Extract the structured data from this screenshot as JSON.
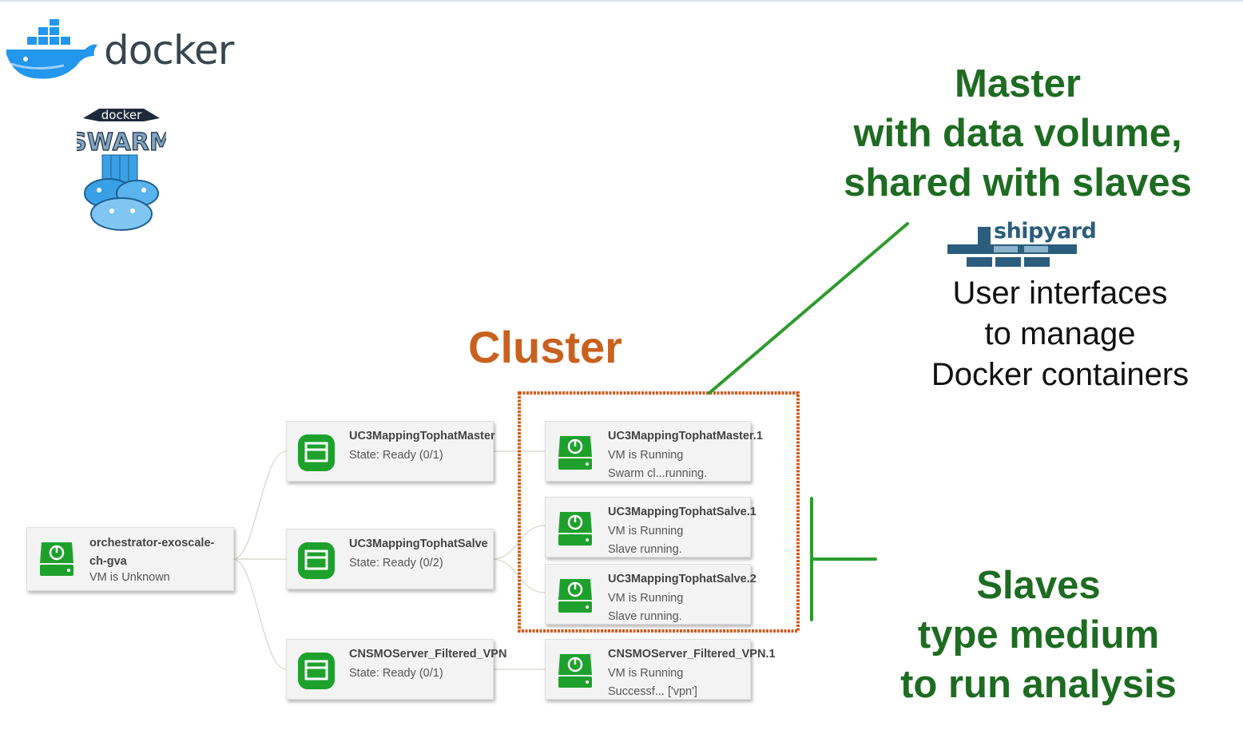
{
  "logos": {
    "docker_wordmark": "docker",
    "swarm_logo_text": [
      "docker",
      "SWARM"
    ],
    "shipyard_wordmark": "shipyard"
  },
  "annotations": {
    "master": [
      "Master",
      "with data volume,",
      "shared with slaves"
    ],
    "slaves": [
      "Slaves",
      "type medium",
      "to run analysis"
    ],
    "cluster": "Cluster",
    "user_interfaces": [
      "User interfaces",
      "to manage",
      "Docker containers"
    ]
  },
  "colors": {
    "annotation_green": "#1e6b22",
    "cluster_orange": "#c8611f",
    "node_icon_green": "#1ea12c",
    "docker_blue": "#2396ed"
  },
  "nodes": {
    "root": {
      "title": [
        "orchestrator-exoscale-",
        "ch-gva"
      ],
      "status": "VM is Unknown",
      "icon": "power-drive-icon"
    },
    "groups": [
      {
        "title": "UC3MappingTophatMaster",
        "state": "State: Ready (0/1)",
        "icon": "app-window-icon"
      },
      {
        "title": "UC3MappingTophatSalve",
        "state": "State: Ready (0/2)",
        "icon": "app-window-icon"
      },
      {
        "title": "CNSMOServer_Filtered_VPN",
        "state": "State: Ready (0/1)",
        "icon": "app-window-icon"
      }
    ],
    "instances": [
      {
        "title": "UC3MappingTophatMaster.1",
        "vm": "VM is Running",
        "detail": "Swarm cl...running.",
        "icon": "power-drive-icon"
      },
      {
        "title": "UC3MappingTophatSalve.1",
        "vm": "VM is Running",
        "detail": "Slave running.",
        "icon": "power-drive-icon"
      },
      {
        "title": "UC3MappingTophatSalve.2",
        "vm": "VM is Running",
        "detail": "Slave running.",
        "icon": "power-drive-icon"
      },
      {
        "title": "CNSMOServer_Filtered_VPN.1",
        "vm": "VM is Running",
        "detail": "Successf... ['vpn']",
        "icon": "power-drive-icon"
      }
    ]
  }
}
